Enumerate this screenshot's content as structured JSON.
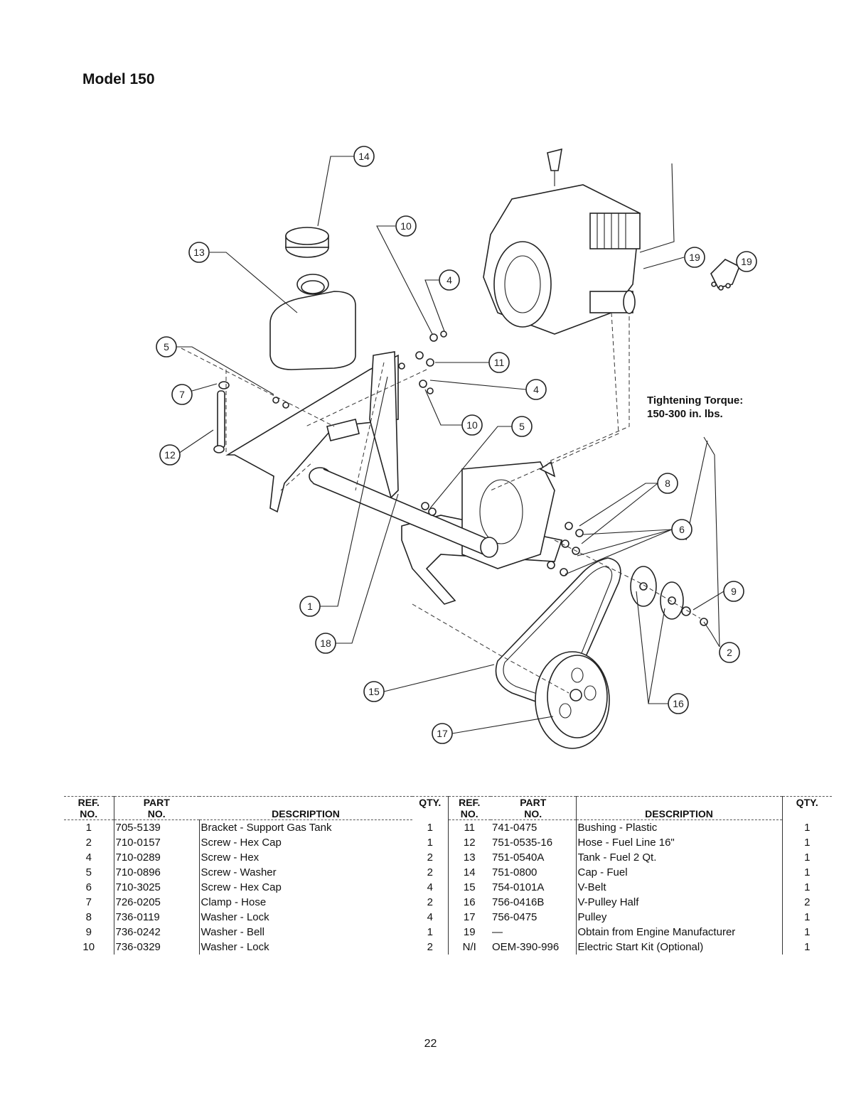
{
  "header": {
    "title": "Model 150"
  },
  "diagram": {
    "torque_note": [
      "Tightening Torque:",
      "150-300 in. lbs."
    ],
    "callouts": [
      "14",
      "10",
      "4",
      "13",
      "19",
      "19",
      "5",
      "11",
      "4",
      "7",
      "10",
      "5",
      "12",
      "8",
      "6",
      "9",
      "1",
      "18",
      "2",
      "15",
      "16",
      "17"
    ]
  },
  "table": {
    "headers": {
      "ref": [
        "REF.",
        "NO."
      ],
      "part": [
        "PART",
        "NO."
      ],
      "description": "DESCRIPTION",
      "qty": "QTY."
    },
    "left_rows": [
      {
        "ref": "1",
        "part": "705-5139",
        "desc": "Bracket - Support Gas Tank",
        "qty": "1"
      },
      {
        "ref": "2",
        "part": "710-0157",
        "desc": "Screw - Hex Cap",
        "qty": "1"
      },
      {
        "ref": "4",
        "part": "710-0289",
        "desc": "Screw - Hex",
        "qty": "2"
      },
      {
        "ref": "5",
        "part": "710-0896",
        "desc": "Screw - Washer",
        "qty": "2"
      },
      {
        "ref": "6",
        "part": "710-3025",
        "desc": "Screw - Hex Cap",
        "qty": "4"
      },
      {
        "ref": "7",
        "part": "726-0205",
        "desc": "Clamp - Hose",
        "qty": "2"
      },
      {
        "ref": "8",
        "part": "736-0119",
        "desc": "Washer - Lock",
        "qty": "4"
      },
      {
        "ref": "9",
        "part": "736-0242",
        "desc": "Washer - Bell",
        "qty": "1"
      },
      {
        "ref": "10",
        "part": "736-0329",
        "desc": "Washer - Lock",
        "qty": "2"
      }
    ],
    "right_rows": [
      {
        "ref": "11",
        "part": "741-0475",
        "desc": "Bushing - Plastic",
        "qty": "1"
      },
      {
        "ref": "12",
        "part": "751-0535-16",
        "desc": "Hose - Fuel Line 16\"",
        "qty": "1"
      },
      {
        "ref": "13",
        "part": "751-0540A",
        "desc": "Tank - Fuel 2 Qt.",
        "qty": "1"
      },
      {
        "ref": "14",
        "part": "751-0800",
        "desc": "Cap - Fuel",
        "qty": "1"
      },
      {
        "ref": "15",
        "part": "754-0101A",
        "desc": "V-Belt",
        "qty": "1"
      },
      {
        "ref": "16",
        "part": "756-0416B",
        "desc": "V-Pulley Half",
        "qty": "2"
      },
      {
        "ref": "17",
        "part": "756-0475",
        "desc": "Pulley",
        "qty": "1"
      },
      {
        "ref": "19",
        "part": "—",
        "desc": "Obtain from Engine Manufacturer",
        "qty": "1"
      },
      {
        "ref": "N/I",
        "part": "OEM-390-996",
        "desc": "Electric Start Kit (Optional)",
        "qty": "1"
      }
    ]
  },
  "footer": {
    "page_number": "22"
  }
}
